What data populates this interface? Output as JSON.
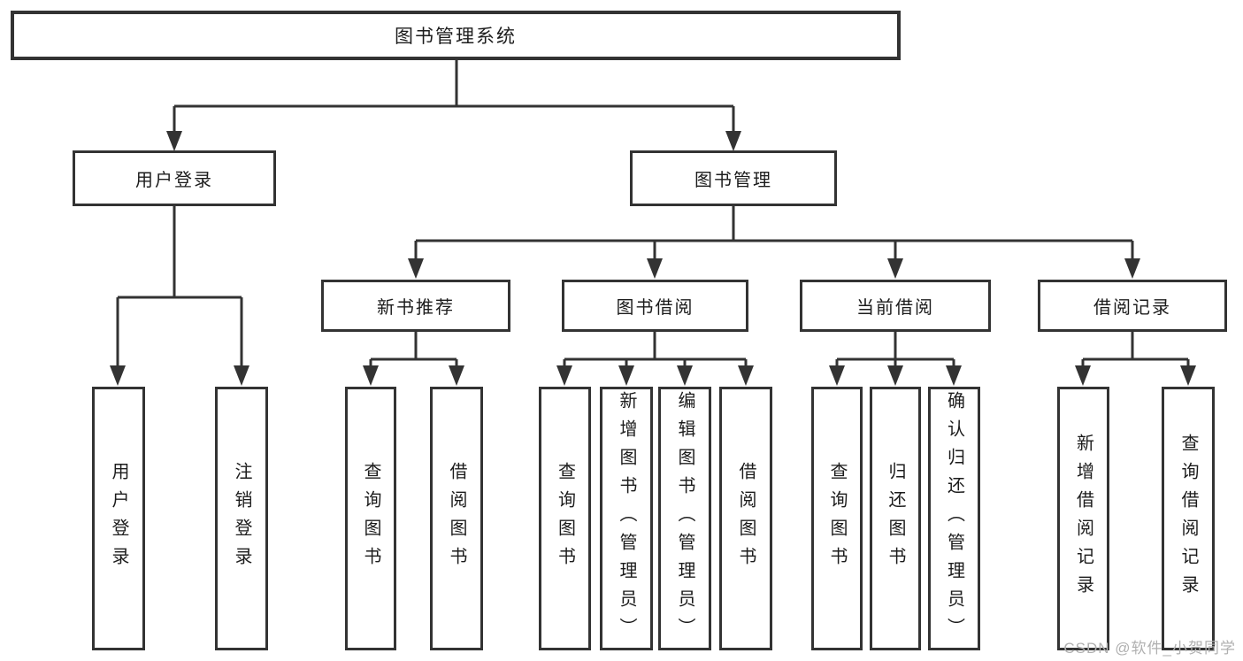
{
  "tree": {
    "root": {
      "label": "图书管理系统"
    },
    "branches": [
      {
        "label": "用户登录",
        "children": [
          {
            "label": "用户登录"
          },
          {
            "label": "注销登录"
          }
        ]
      },
      {
        "label": "图书管理",
        "children": [
          {
            "label": "新书推荐",
            "children": [
              {
                "label": "查询图书"
              },
              {
                "label": "借阅图书"
              }
            ]
          },
          {
            "label": "图书借阅",
            "children": [
              {
                "label": "查询图书"
              },
              {
                "label": "新增图书（管理员）"
              },
              {
                "label": "编辑图书（管理员）"
              },
              {
                "label": "借阅图书"
              }
            ]
          },
          {
            "label": "当前借阅",
            "children": [
              {
                "label": "查询图书"
              },
              {
                "label": "归还图书"
              },
              {
                "label": "确认归还（管理员）"
              }
            ]
          },
          {
            "label": "借阅记录",
            "children": [
              {
                "label": "新增借阅记录"
              },
              {
                "label": "查询借阅记录"
              }
            ]
          }
        ]
      }
    ]
  },
  "watermark": "CSDN @软件_小贺同学",
  "colors": {
    "line": "#333333",
    "box_border": "#333333",
    "box_fill": "#ffffff",
    "text": "#1c1c1c",
    "watermark": "#b0b0b0",
    "background": "#ffffff"
  }
}
